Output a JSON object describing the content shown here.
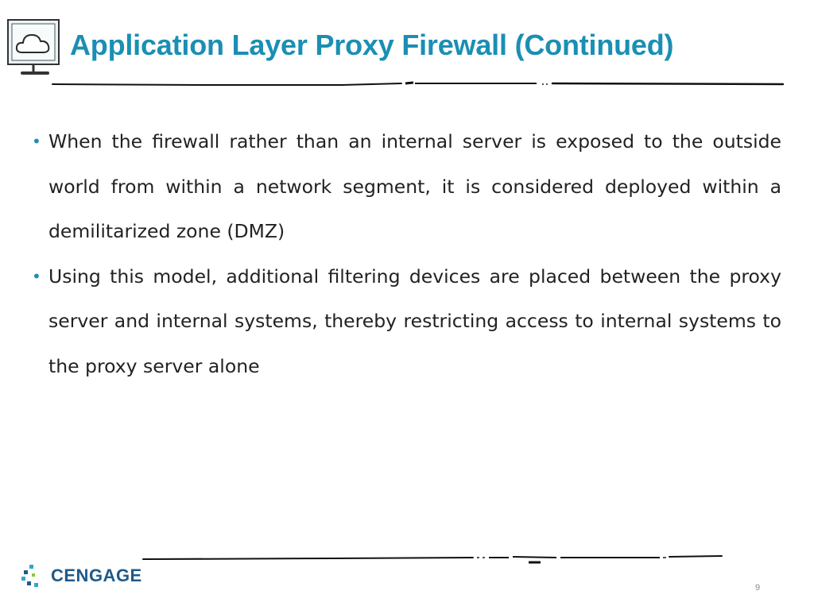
{
  "slide": {
    "title": "Application Layer Proxy Firewall (Continued)",
    "title_icon": "cloud-monitor-icon",
    "bullets": [
      {
        "text": "When the firewall rather than an internal server is exposed to the outside world from within a network segment, it is considered deployed within a demilitarized zone (DMZ)"
      },
      {
        "text": "Using this model, additional filtering devices are placed between the proxy server and internal systems, thereby restricting access to internal systems to the proxy server alone"
      }
    ],
    "bullet_symbol": "•",
    "page_number": "9"
  },
  "footer": {
    "logo_icon": "cengage-logo-icon",
    "logo_text": "CENGAGE"
  },
  "colors": {
    "title": "#1a8fb3",
    "body_text": "#222222",
    "bullet": "#1a8fb3",
    "logo_text": "#1f5a8a",
    "rule": "#111111"
  }
}
